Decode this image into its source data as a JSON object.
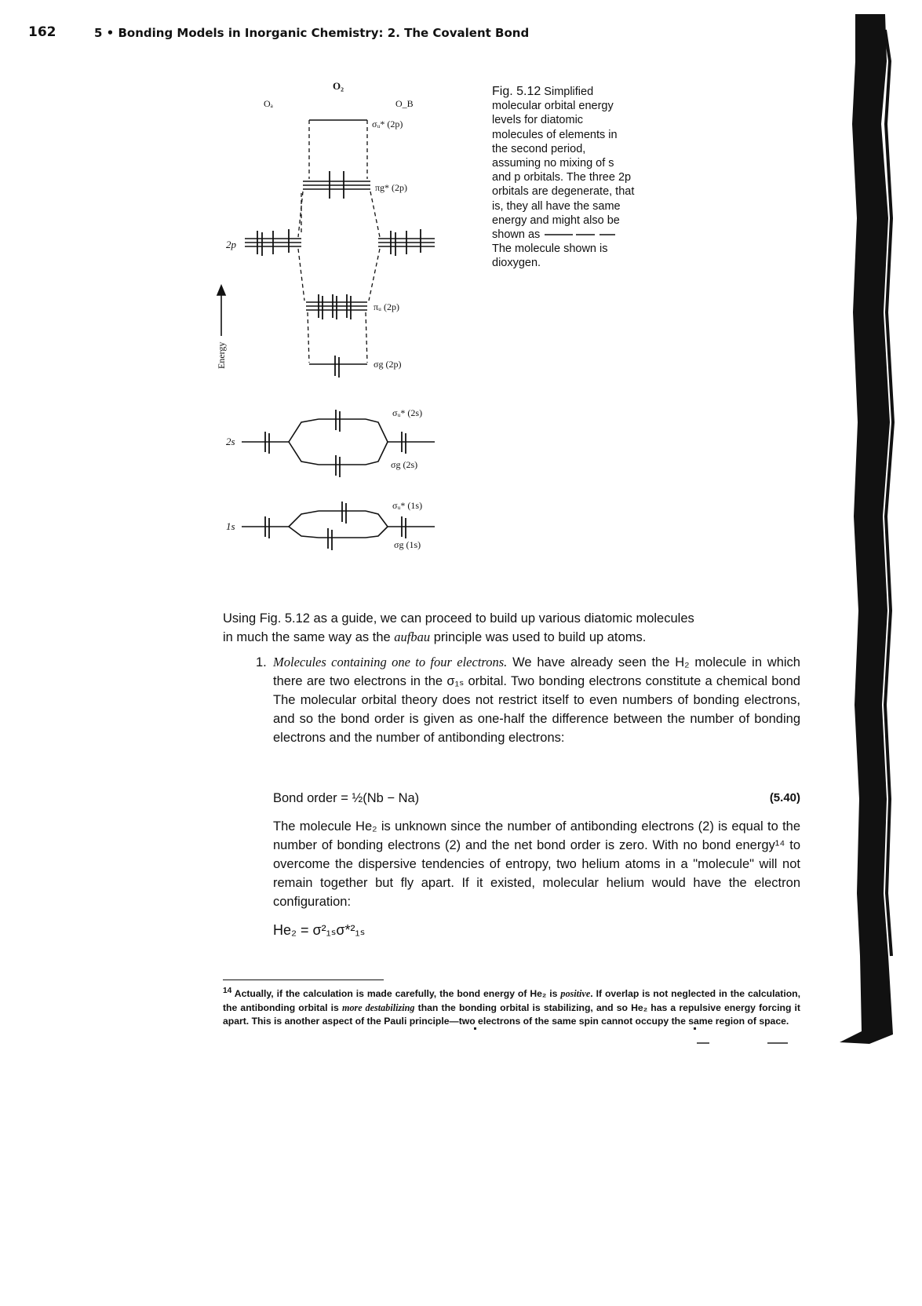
{
  "header": {
    "page_number": "162",
    "running_title": "5 • Bonding Models in Inorganic Chemistry: 2. The Covalent Bond"
  },
  "diagram": {
    "title_o2": "O₂",
    "label_oa": "Oₐ",
    "label_ob": "O_B",
    "axis_label": "Energy",
    "atomic_2p": "2p",
    "atomic_2s": "2s",
    "atomic_1s": "1s",
    "mo_sigma_u_star_2p": "σᵤ* (2p)",
    "mo_pi_g_star_2p": "πg* (2p)",
    "mo_pi_u_2p": "πᵤ (2p)",
    "mo_sigma_g_2p": "σg (2p)",
    "mo_sigma_u_star_2s": "σᵤ* (2s)",
    "mo_sigma_g_2s": "σg (2s)",
    "mo_sigma_u_star_1s": "σᵤ* (1s)",
    "mo_sigma_g_1s": "σg (1s)"
  },
  "caption": {
    "figure_label": "Fig. 5.12",
    "line1_rest": "Simplified",
    "line2": "molecular orbital energy",
    "line3": "levels for diatomic",
    "line4": "molecules of elements in",
    "line5": "the second period,",
    "line6": "assuming no mixing of s",
    "line7": "and p orbitals. The three 2p",
    "line8": "orbitals are degenerate, that",
    "line9": "is, they all have the same",
    "line10": "energy and might also be",
    "line11": "shown as",
    "line12": "The molecule shown is",
    "line13": "dioxygen."
  },
  "text": {
    "intro_line1": "Using Fig. 5.12 as a guide, we can proceed to build up various diatomic molecules",
    "intro_line2_a": "in much the same way as the ",
    "intro_line2_em": "aufbau",
    "intro_line2_b": " principle was used to build up atoms.",
    "item_number": "1.",
    "item_heading": "Molecules containing one to four electrons.",
    "item_text_1": "We have already seen the H₂ molecule in which there are two electrons in the σ₁ₛ orbital. Two bonding electrons constitute a chemical bond The molecular orbital theory does not restrict itself to even numbers of bonding electrons, and so the bond order is given as one-half the difference between the number of bonding electrons and the number of antibonding electrons:",
    "formula": "Bond order = ½(Nb − Na)",
    "equation_number": "(5.40)",
    "para2": "The molecule He₂ is unknown since the number of antibonding electrons (2) is equal to the number of bonding electrons (2) and the net bond order is zero. With no bond energy¹⁴ to overcome the dispersive tendencies of entropy, two helium atoms in a \"molecule\" will not remain together but fly apart. If it existed, molecular helium would have the electron configuration:",
    "config": "He₂ = σ²₁ₛσ*²₁ₛ"
  },
  "footnote": {
    "marker": "14",
    "text_a": " Actually, if the calculation is made carefully, the bond energy of He₂ is ",
    "text_em": "positive",
    "text_b": ". If overlap is not neglected in the calculation, the antibonding orbital is ",
    "text_em2": "more destabilizing",
    "text_c": " than the bonding orbital is stabilizing, and so He₂ has a repulsive energy forcing it apart. This is another aspect of the Pauli principle—two electrons of the same spin cannot occupy the same region of space."
  }
}
